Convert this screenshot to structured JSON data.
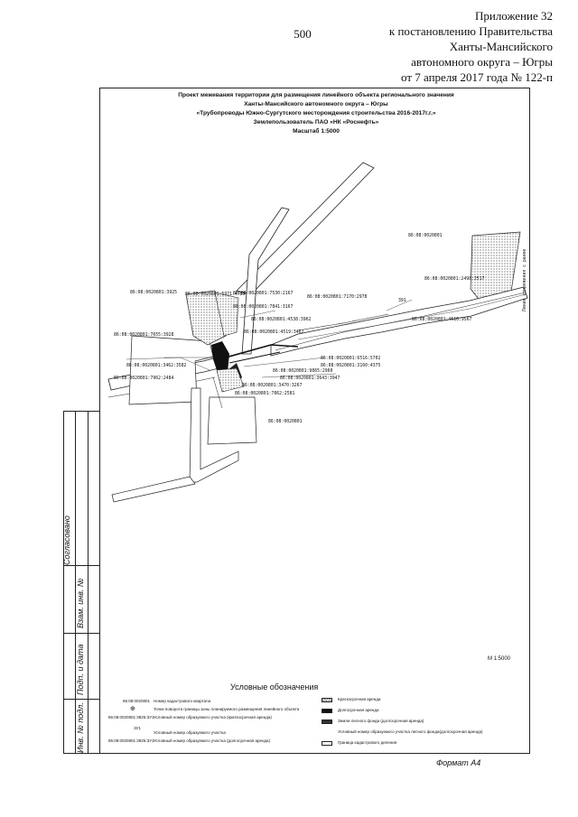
{
  "header": {
    "page_number": "500",
    "appendix_lines": [
      "Приложение 32",
      "к постановлению Правительства",
      "Ханты-Мансийского",
      "автономного округа – Югры",
      "от 7 апреля 2017 года № 122-п"
    ]
  },
  "drawing_title": {
    "lines": [
      "Проект межевания территории для размещения линейного объекта регионального значения",
      "Ханты-Мансийского автономного округа – Югры",
      "«Трубопроводы Южно-Сургутского месторождения строительства 2016-2017г.г.»",
      "Землепользователь ПАО «НК «Роснефть»",
      "Масштаб 1:5000"
    ]
  },
  "map": {
    "quarter_top": "86:08:0020801",
    "quarter_center": "86:08:0020801",
    "contour_number": "391",
    "side_label": "Линия сопряжения с ранее",
    "parcel_labels": [
      "86:08:0020801:3925",
      "86:08:0020801:5971:4789",
      "86:08:0020801:7530:2167",
      "86:08:0020801:7170:2978",
      "86:08:0020801:7841:3167",
      "86:08:0020801:4538:3962",
      "86:08:0020801:7655:3928",
      "86:08:0020801:4519:3462",
      "86:08:0020801:6516:5702",
      "86:08:0020801:3160:4375",
      "86:08:0020801:3462:3582",
      "86:08:0020801:7962:2484",
      "86:08:0020801:9865:2960",
      "86:08:0020801:3643:3947",
      "86:08:0020801:3470:3267",
      "86:08:0020801:7862:2581",
      "86:08:0020801:2498:2517",
      "86:08:0020801:4516:9567"
    ],
    "scale_mark": "М 1:5000"
  },
  "side_table": {
    "labels": [
      "Согласовано",
      "Взам. инв. №",
      "Подп. и дата",
      "Инв. № подл."
    ]
  },
  "legend": {
    "title": "Условные обозначения",
    "items_left": [
      {
        "code": "86:08:0020801",
        "text": "Номер кадастрового квартала"
      },
      {
        "code": "",
        "text": "Точки поворота границы зоны планируемого размещения линейного объекта"
      },
      {
        "code": "86:08:0020801:3925:ЗУ1",
        "text": "Условный номер образуемого участка (краткосрочная аренда)"
      },
      {
        "code": "ЗУ1",
        "text": "Условный номер образуемого участка"
      },
      {
        "code": "86:08:0020801:3925:ЗУ1",
        "text": "Условный номер образуемого участка (долгосрочная аренда)"
      }
    ],
    "items_right": [
      {
        "swatch": "dotted",
        "text": "Краткосрочная аренда"
      },
      {
        "swatch": "black",
        "text": "Долгосрочная аренда"
      },
      {
        "swatch": "dark",
        "text": "Земли лесного фонда (долгосрочная аренда)"
      },
      {
        "swatch": "none",
        "text": "Условный номер образуемого участка лесного фонда(долгосрочная аренда)"
      },
      {
        "swatch": "outline",
        "text": "Граница кадастрового деления"
      }
    ]
  },
  "footer": {
    "format": "Формат А4"
  }
}
